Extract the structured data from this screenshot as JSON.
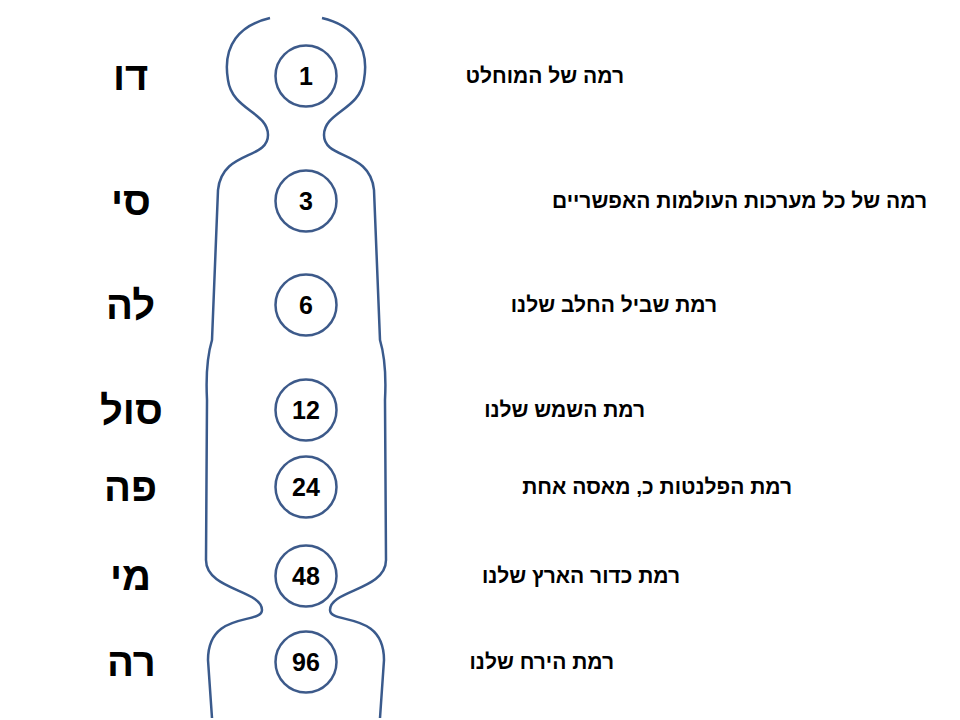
{
  "diagram": {
    "nodes": [
      {
        "text": [
          "1"
        ]
      },
      {
        "text": [
          "3"
        ]
      },
      {
        "text": [
          "6"
        ]
      },
      {
        "text": [
          "12"
        ]
      },
      {
        "text": [
          "24"
        ]
      },
      {
        "text": [
          "48"
        ]
      },
      {
        "text": [
          "96"
        ]
      }
    ],
    "labels": [
      "דו",
      "רמה של המוחלט",
      "סי",
      "רמה של כל מערכות העולמות האפשריים",
      "לה",
      "רמת שביל החלב שלנו",
      "סול",
      "רמת השמש שלנו",
      "פה",
      "רמת הפלנטות כ, מאסה אחת",
      "מי",
      "רמת כדור הארץ שלנו",
      "רה",
      "רמת הירח שלנו"
    ]
  }
}
